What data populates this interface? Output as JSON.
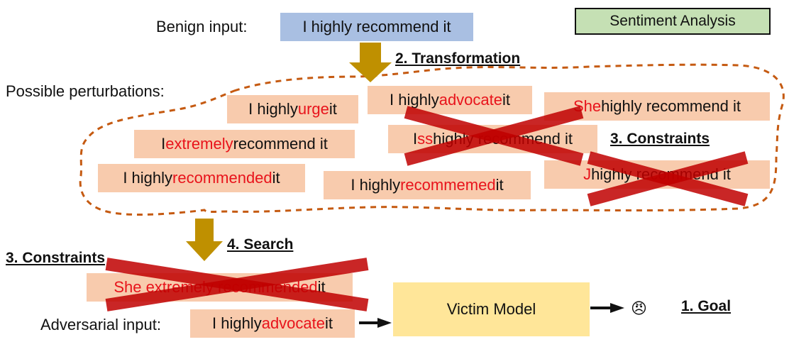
{
  "title_box": "Sentiment Analysis",
  "benign": {
    "label": "Benign input:",
    "text": "I highly recommend it"
  },
  "possible_label": "Possible perturbations:",
  "steps": {
    "transformation": "2. Transformation",
    "constraints_top": "3. Constraints",
    "search": "4. Search",
    "constraints_bottom": "3. Constraints",
    "goal": "1. Goal"
  },
  "perturbations": [
    {
      "pre": "I highly ",
      "red": "urge",
      "post": " it"
    },
    {
      "pre": "I highly ",
      "red": "advocate",
      "post": " it"
    },
    {
      "pre": "",
      "red": "She",
      "post": " highly recommend it"
    },
    {
      "pre": "I ",
      "red": "extremely",
      "post": " recommend it"
    },
    {
      "pre": "I ",
      "red": "ss",
      "post": " highly recommend it"
    },
    {
      "pre": "I highly ",
      "red": "recommended",
      "post": " it"
    },
    {
      "pre": "I highly ",
      "red": "recommemed",
      "post": " it"
    },
    {
      "pre": "",
      "red": "J",
      "post": " highly recommend it"
    }
  ],
  "rejected_candidate": {
    "pre": "",
    "red": "She extremely recommended",
    "post": " it"
  },
  "adversarial": {
    "label": "Adversarial input:",
    "pre": "I highly ",
    "red": "advocate",
    "post": " it"
  },
  "victim_model": "Victim Model",
  "emoji": "😠",
  "colors": {
    "benign_box": "#a9bfe2",
    "perturbation_box": "#f8cbad",
    "title_box": "#c5e0b4",
    "victim_box": "#ffe699",
    "arrow": "#bf9000",
    "cross": "#c00000",
    "dashed_outline": "#c55a11"
  }
}
